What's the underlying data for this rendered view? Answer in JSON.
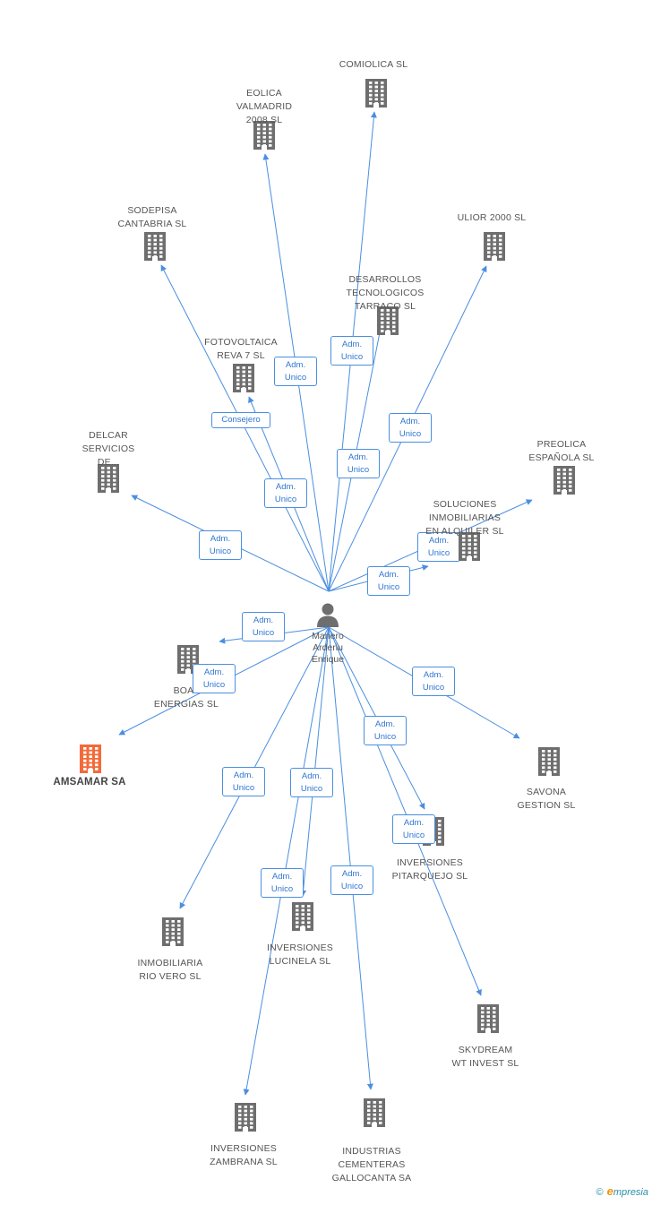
{
  "center": {
    "name": "Manero\nArderiu\nEnrique"
  },
  "colors": {
    "edge": "#4a8fe0",
    "building": "#6e6e6e",
    "building_highlight": "#f26b3a"
  },
  "nodes": [
    {
      "id": "eolica",
      "label": "EOLICA\nVALMADRID\n2008 SL",
      "role": "Adm.\nUnico"
    },
    {
      "id": "comiolica",
      "label": "COMIOLICA SL",
      "role": "Adm.\nUnico"
    },
    {
      "id": "sodepisa",
      "label": "SODEPISA\nCANTABRIA SL",
      "role": "Adm.\nUnico"
    },
    {
      "id": "ulior",
      "label": "ULIOR 2000 SL",
      "role": "Adm.\nUnico"
    },
    {
      "id": "desarrollos",
      "label": "DESARROLLOS\nTECNOLOGICOS\nTARRACO SL",
      "role": "Adm.\nUnico"
    },
    {
      "id": "fotovoltaica",
      "label": "FOTOVOLTAICA\nREVA 7 SL",
      "role": "Consejero"
    },
    {
      "id": "delcar",
      "label": "DELCAR\nSERVICIOS\nDE...",
      "role": "Adm.\nUnico"
    },
    {
      "id": "preolica",
      "label": "PREOLICA\nESPAÑOLA SL",
      "role": "Adm.\nUnico"
    },
    {
      "id": "soluciones",
      "label": "SOLUCIONES\nINMOBILIARIAS\nEN ALQUILER SL",
      "role": "Adm.\nUnico"
    },
    {
      "id": "boal",
      "label": "BOAL\nENERGIAS SL",
      "role": "Adm.\nUnico"
    },
    {
      "id": "amsamar",
      "label": "AMSAMAR SA",
      "role": "Adm.\nUnico",
      "highlight": true
    },
    {
      "id": "savona",
      "label": "SAVONA\nGESTION SL",
      "role": "Adm.\nUnico"
    },
    {
      "id": "pitarquejo",
      "label": "INVERSIONES\nPITARQUEJO SL",
      "role": "Adm.\nUnico"
    },
    {
      "id": "riovero",
      "label": "INMOBILIARIA\nRIO VERO SL",
      "role": "Adm.\nUnico"
    },
    {
      "id": "lucinela",
      "label": "INVERSIONES\nLUCINELA SL",
      "role": "Adm.\nUnico"
    },
    {
      "id": "skydream",
      "label": "SKYDREAM\nWT INVEST SL",
      "role": "Adm.\nUnico"
    },
    {
      "id": "zambrana",
      "label": "INVERSIONES\nZAMBRANA SL",
      "role": "Adm.\nUnico"
    },
    {
      "id": "cementeras",
      "label": "INDUSTRIAS\nCEMENTERAS\nGALLOCANTA SA",
      "role": "Adm.\nUnico"
    }
  ],
  "footer": {
    "copyright": "©",
    "brand_initial": "e",
    "brand_rest": "mpresia"
  }
}
